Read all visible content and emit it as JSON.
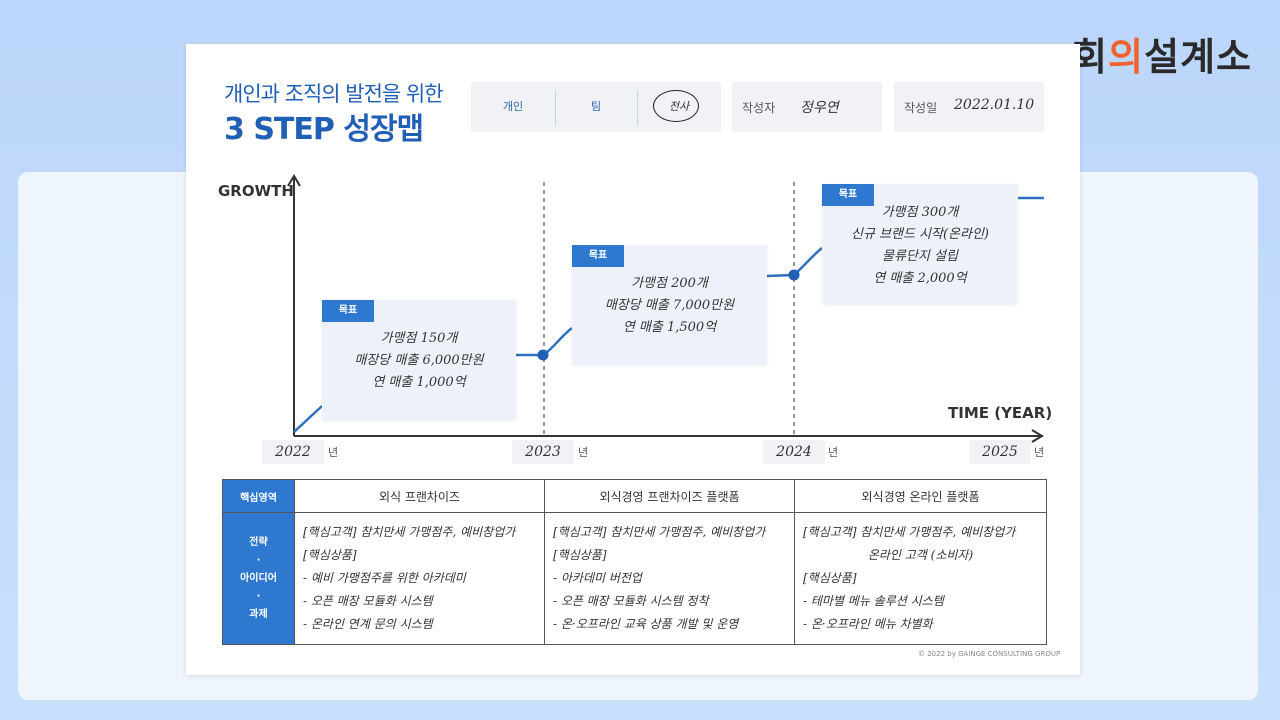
{
  "brand": {
    "pre": "회",
    "accent": "의",
    "post": "설계소"
  },
  "header": {
    "title_line1": "개인과 조직의 발전을 위한",
    "title_line2": "3 STEP 성장맵",
    "scope_options": [
      "개인",
      "팀",
      "전사"
    ],
    "scope_selected": "전사",
    "author_label": "작성자",
    "author_value": "정우연",
    "date_label": "작성일",
    "date_value": "2022.01.10"
  },
  "chart": {
    "y_axis_label": "GROWTH",
    "x_axis_label": "TIME (YEAR)",
    "year_unit": "년",
    "years": [
      "2022",
      "2023",
      "2024",
      "2025"
    ],
    "goal_tag": "목표",
    "goals": [
      {
        "lines": [
          "가맹점 150개",
          "매장당 매출 6,000만원",
          "연 매출 1,000억"
        ]
      },
      {
        "lines": [
          "가맹점 200개",
          "매장당 매출 7,000만원",
          "연 매출 1,500억"
        ]
      },
      {
        "lines": [
          "가맹점 300개",
          "신규 브랜드 시작(온라인)",
          "물류단지 설립",
          "연 매출 2,000억"
        ]
      }
    ]
  },
  "table": {
    "row1_header": "핵심영역",
    "row2_header": [
      "전략",
      "·",
      "아이디어",
      "·",
      "과제"
    ],
    "columns": [
      {
        "head": "외식 프랜차이즈",
        "lines": [
          "[핵심고객] 참치만세 가맹점주, 예비창업가",
          "[핵심상품]",
          "- 예비 가맹점주를 위한 아카데미",
          "- 오픈 매장 모듈화 시스템",
          "- 온라인 연계 문의 시스템"
        ]
      },
      {
        "head": "외식경영 프랜차이즈 플랫폼",
        "lines": [
          "[핵심고객] 참치만세 가맹점주, 예비창업가",
          "[핵심상품]",
          "- 아카데미 버전업",
          "- 오픈 매장 모듈화 시스템 정착",
          "- 온·오프라인 교육 상품 개발 및 운영"
        ]
      },
      {
        "head": "외식경영 온라인 플랫폼",
        "lines": [
          "[핵심고객] 참치만세 가맹점주, 예비창업가",
          "온라인 고객 (소비자)",
          "[핵심상품]",
          "- 테마별 메뉴 솔루션 시스템",
          "- 온·오프라인 메뉴 차별화"
        ]
      }
    ]
  },
  "footer": "© 2022 by GAINGE CONSULTING GROUP",
  "colors": {
    "accent_blue": "#2f78d0",
    "title_blue": "#1f5fb5",
    "brand_orange": "#f0612c"
  }
}
